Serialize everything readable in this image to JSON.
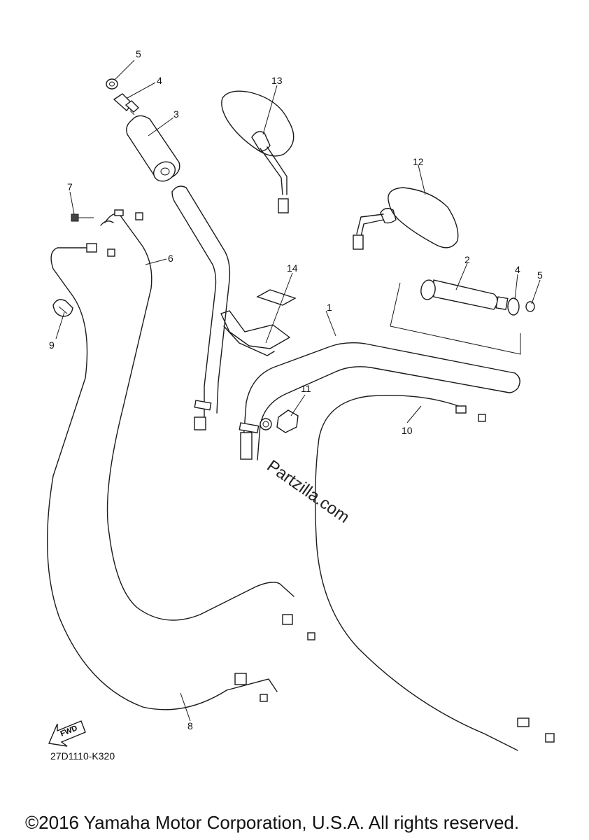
{
  "callouts": [
    "1",
    "2",
    "3",
    "4",
    "4",
    "5",
    "5",
    "6",
    "7",
    "8",
    "9",
    "10",
    "11",
    "12",
    "13",
    "14"
  ],
  "fwd_label": "FWD",
  "diagram_code": "27D1110-K320",
  "copyright": "©2016 Yamaha Motor Corporation, U.S.A. All rights reserved.",
  "watermark": "Partzilla.com"
}
